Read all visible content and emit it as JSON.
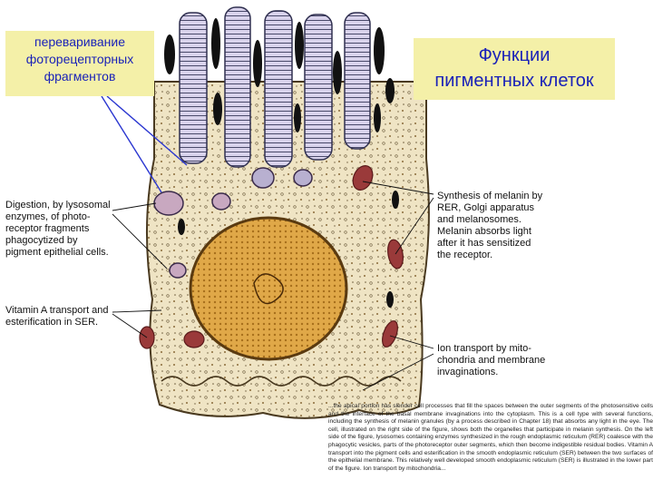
{
  "callout_digestion_ru": "переваривание\nфоторецепторных\nфрагментов",
  "title": "Функции\nпигментных клеток",
  "label_digestion": "Digestion, by lysosomal\nenzymes, of photo-\nreceptor fragments\nphagocytized by\npigment epithelial cells.",
  "label_vitamin_a": "Vitamin A transport and\nesterification in SER.",
  "label_synthesis": "Synthesis of melanin by\nRER, Golgi apparatus\nand melanosomes.\nMelanin absorbs light\nafter it has sensitized\nthe receptor.",
  "label_ion": "Ion transport by mito-\nchondria and membrane\ninvaginations.",
  "caption": "...the apical portion has slender cell processes that fill the spaces between the outer segments of the photosensitive cells and the interface of the basal membrane invaginations into the cytoplasm. This is a cell type with several functions, including the synthesis of melanin granules (by a process described in Chapter 18) that absorbs any light in the eye. The cell, illustrated on the right side of the figure, shows both the organelles that participate in melanin synthesis. On the left side of the figure, lysosomes containing enzymes synthesized in the rough endoplasmic reticulum (RER) coalesce with the phagocytic vesicles, parts of the photoreceptor outer segments, which then become indigestible residual bodies. Vitamin A transport into the pigment cells and esterification in the smooth endoplasmic reticulum (SER) between the two surfaces of the epithelial membrane. This relatively well developed smooth endoplasmic reticulum (SER) is illustrated in the lower part of the figure. Ion transport by mitochondria..."
}
